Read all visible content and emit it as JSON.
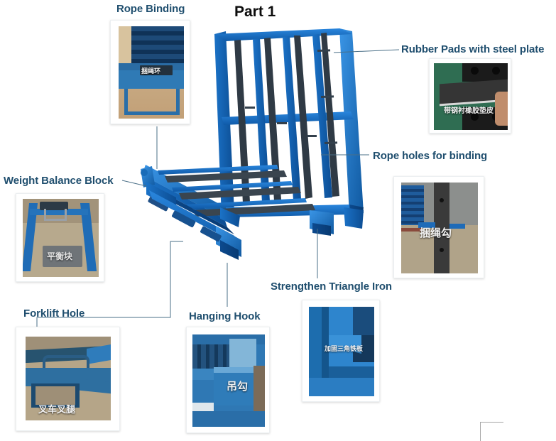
{
  "page": {
    "title": "Part 1",
    "background": "#ffffff",
    "label_color": "#1F4E6E",
    "rack_color": "#1668c1",
    "leader_color": "#4a6f87"
  },
  "callouts": [
    {
      "id": "rope-binding",
      "label": "Rope Binding",
      "cn": "捆绳环"
    },
    {
      "id": "rubber-pads",
      "label": "Rubber Pads with steel plate",
      "cn": "带钢衬橡胶垫皮"
    },
    {
      "id": "rope-holes",
      "label": "Rope holes for binding",
      "cn": "捆绳勾"
    },
    {
      "id": "weight-balance",
      "label": "Weight Balance Block",
      "cn": "平衡块"
    },
    {
      "id": "forklift-hole",
      "label": "Forklift Hole",
      "cn": "叉车叉腿"
    },
    {
      "id": "hanging-hook",
      "label": "Hanging Hook",
      "cn": "吊勾"
    },
    {
      "id": "triangle-iron",
      "label": "Strengthen Triangle Iron",
      "cn": "加固三角铁板"
    }
  ],
  "main_product": {
    "name": "stacking-rack",
    "description": "Blue steel foldable stacking rack shown in three-quarter perspective"
  }
}
